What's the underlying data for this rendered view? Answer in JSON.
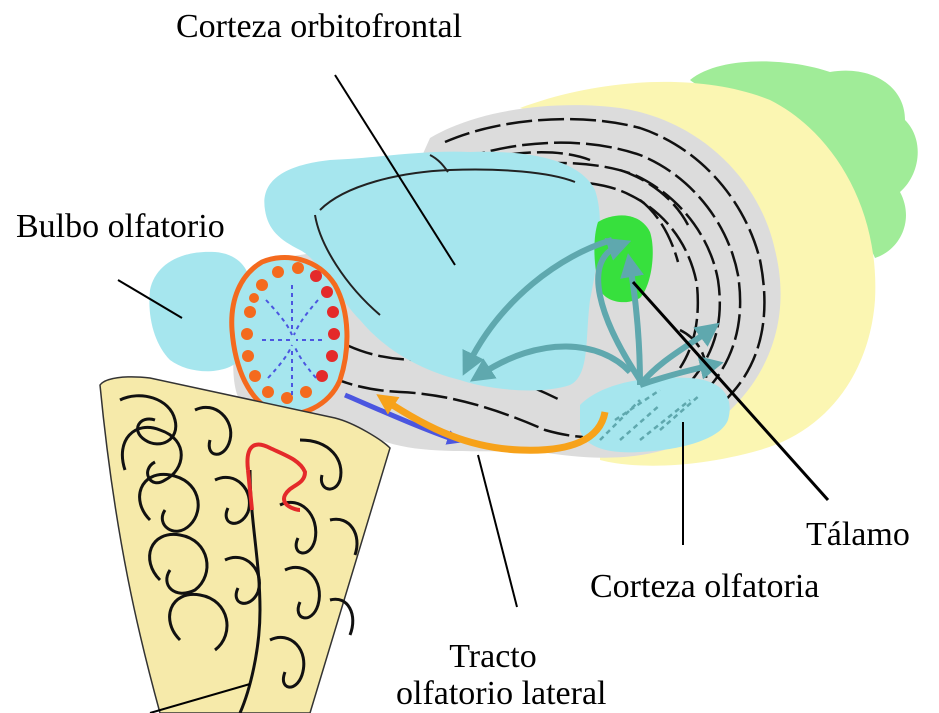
{
  "labels": {
    "orbitofrontal": "Corteza orbitofrontal",
    "bulbo": "Bulbo olfatorio",
    "talamo": "Tálamo",
    "corteza_olfatoria": "Corteza olfatoria",
    "tracto_line1": "Tracto",
    "tracto_line2": "olfatorio lateral"
  },
  "colors": {
    "cortex_blue": "#a6e6ee",
    "brain_grey": "#dcdcdc",
    "yellow": "#fbf6b2",
    "cerebellum_green": "#a0ec98",
    "thalamus_green": "#37e03d",
    "mucosa_beige": "#f6eaaa",
    "pathway_teal": "#5fa8ae",
    "tract_blue": "#4b56e0",
    "tract_orange": "#f7a21a",
    "glomerulus_orange": "#f46a1e",
    "mitral_red": "#e42a2a"
  }
}
